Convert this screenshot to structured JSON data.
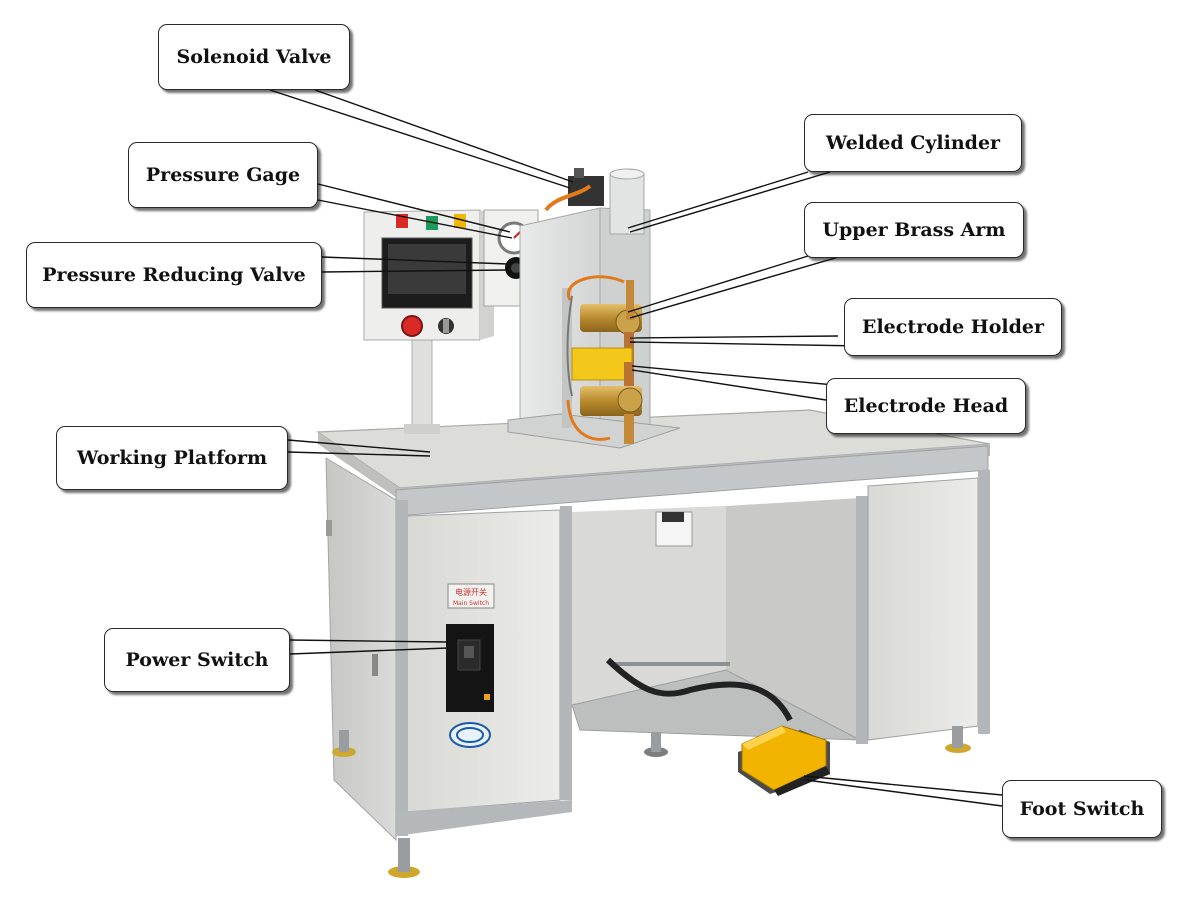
{
  "labels": {
    "solenoid_valve": "Solenoid Valve",
    "pressure_gage": "Pressure Gage",
    "pressure_reducing_valve": "Pressure Reducing Valve",
    "welded_cylinder": "Welded Cylinder",
    "upper_brass_arm": "Upper Brass Arm",
    "electrode_holder": "Electrode Holder",
    "electrode_head": "Electrode Head",
    "working_platform": "Working Platform",
    "power_switch": "Power Switch",
    "foot_switch": "Foot Switch"
  },
  "machine_text": {
    "main_switch_cn": "电源开关",
    "main_switch_en": "Main Switch"
  },
  "colors": {
    "cabinet": "#e6e6e2",
    "frame": "#b8bcbe",
    "brass": "#c9a24a",
    "copper": "#b87333",
    "foot_pedal": "#f2b400",
    "emergency_stop": "#d92a25"
  }
}
